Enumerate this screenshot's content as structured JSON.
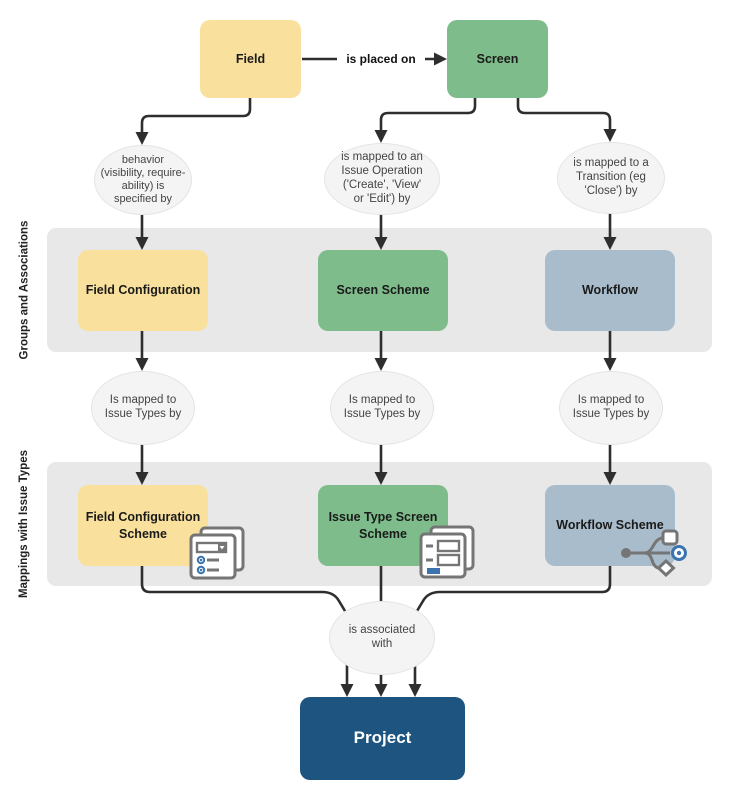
{
  "colors": {
    "yellow": "#F9E19D",
    "green": "#7EBD8B",
    "slate": "#A9BCCB",
    "band": "#E8E8E8",
    "ellipse": "#F4F4F4",
    "ellipse_border": "#E4E4E4",
    "project": "#1E5480",
    "line": "#2E2E2E",
    "text": "#1A1A1A",
    "icon_gray": "#757575",
    "icon_blue": "#3B73AF"
  },
  "nodes": {
    "field": "Field",
    "screen": "Screen",
    "field_configuration": "Field Configuration",
    "screen_scheme": "Screen Scheme",
    "workflow": "Workflow",
    "field_configuration_scheme": "Field Configuration\nScheme",
    "issue_type_screen_scheme": "Issue Type Screen\nScheme",
    "workflow_scheme": "Workflow Scheme",
    "project": "Project"
  },
  "edges": {
    "field_screen": "is placed on",
    "field_behavior": "behavior\n(visibility, require-\nability) is\nspecified by",
    "screen_issue_operation": "is mapped to an\nIssue Operation\n('Create', 'View'\nor 'Edit') by",
    "screen_transition": "is mapped to a\nTransition (eg\n'Close') by",
    "field_config_mapping": "Is mapped to\nIssue Types by",
    "screen_scheme_mapping": "Is mapped to\nIssue Types by",
    "workflow_mapping": "Is mapped to\nIssue Types by",
    "associated_with": "is associated\nwith"
  },
  "bands": {
    "groups": "Groups and Associations",
    "mappings": "Mappings with Issue Types"
  },
  "icons": {
    "field_configuration_scheme": "form-select-radios-pages-icon",
    "issue_type_screen_scheme": "form-fields-pages-icon",
    "workflow_scheme": "workflow-branch-icon"
  }
}
